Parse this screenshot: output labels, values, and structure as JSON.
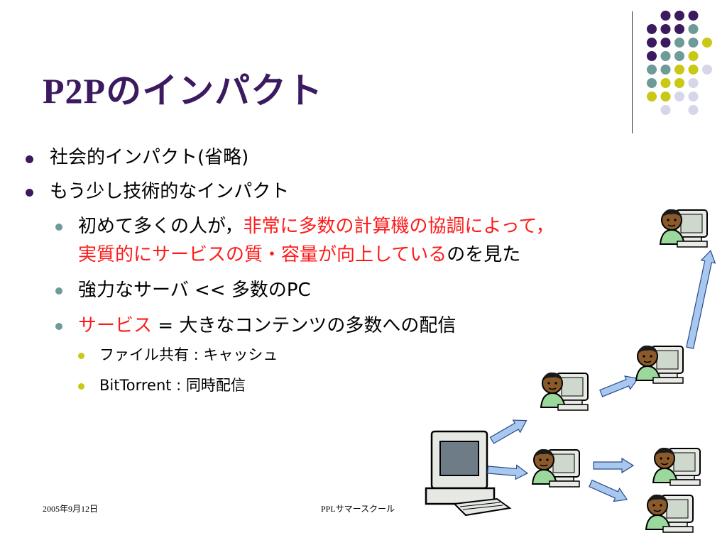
{
  "title": "P2Pのインパクト",
  "bullets": {
    "b1": "社会的インパクト(省略)",
    "b2": "もう少し技術的なインパクト",
    "b3a_prefix": "初めて多くの人が，",
    "b3a_red": "非常に多数の計算機の協調によって，",
    "b3b_red": "実質的にサービスの質・容量が向上している",
    "b3b_suffix": "のを見た",
    "b4": "強力なサーバ << 多数のPC",
    "b5_red": "サービス",
    "b5_rest": " = 大きなコンテンツの多数への配信",
    "b6": "ファイル共有 : キャッシュ",
    "b7": "BitTorrent : 同時配信"
  },
  "footer": {
    "date": "2005年9月12日",
    "center": "PPLサマースクール"
  },
  "colors": {
    "purple": "#3b1a60",
    "teal": "#6e9a98",
    "yellow": "#c9c814",
    "lavender": "#d6d6ea",
    "red": "#ff1a1a",
    "arrow": "#a8c8f0"
  }
}
